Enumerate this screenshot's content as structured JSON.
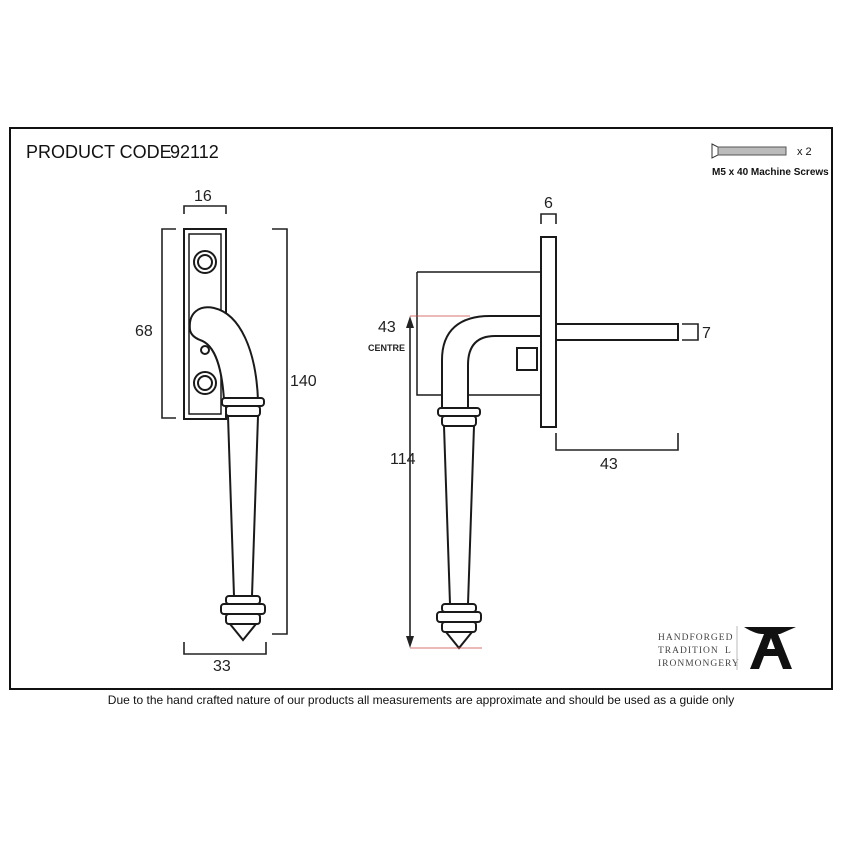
{
  "product_code_label": "PRODUCT CODE",
  "product_code": "92112",
  "screws": {
    "quantity": "x 2",
    "description": "M5 x 40 Machine Screws"
  },
  "dimensions": {
    "front_width": "16",
    "plate_height": "68",
    "total_height": "140",
    "handle_width": "33",
    "plate_thickness": "6",
    "centre_offset": "43",
    "centre_label": "CENTRE",
    "spindle_size": "7",
    "handle_length": "114",
    "spindle_length": "43"
  },
  "logo": {
    "line1": "HANDFORGED",
    "line2": "TRADITION",
    "line2b": "L",
    "line3": "IRONMONGERY",
    "mark": "A"
  },
  "disclaimer": "Due to the hand crafted nature of our products all measurements are approximate and should be used as a guide only"
}
